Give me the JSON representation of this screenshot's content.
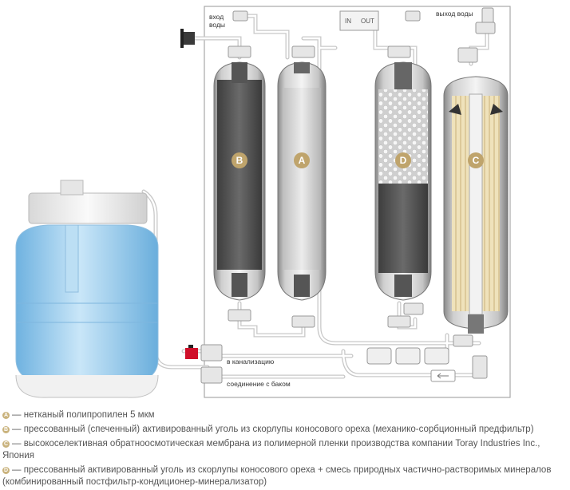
{
  "labels": {
    "inlet": "вход\nводы",
    "outlet": "выход воды",
    "in": "IN",
    "out": "OUT",
    "drain": "в канализацию",
    "tank_connection": "соединение с баком"
  },
  "filters": [
    {
      "letter": "B",
      "name": "filter-b"
    },
    {
      "letter": "A",
      "name": "filter-a"
    },
    {
      "letter": "D",
      "name": "filter-d"
    },
    {
      "letter": "C",
      "name": "filter-c"
    }
  ],
  "legend": [
    {
      "letter": "A",
      "text": "— нетканый полипропилен 5 мкм"
    },
    {
      "letter": "B",
      "text": "— прессованный (спеченный) активированный уголь из скорлупы коносового ореха (механико-сорбционный предфильтр)"
    },
    {
      "letter": "C",
      "text": "— высокоселективная обратноосмотическая мембрана из полимерной пленки производства компании Toray Industries Inc., Япония"
    },
    {
      "letter": "D",
      "text": "— прессованный активированный уголь из скорлупы коносового ореха + смесь природных частично-растворимых минералов (комбинированный постфильтр-кондиционер-минерализатор)"
    }
  ],
  "colors": {
    "badge": "#bfa46c",
    "tank_water": "#8ec6ea",
    "carbon": "#5a5a5a",
    "valve": "#d0102a"
  }
}
